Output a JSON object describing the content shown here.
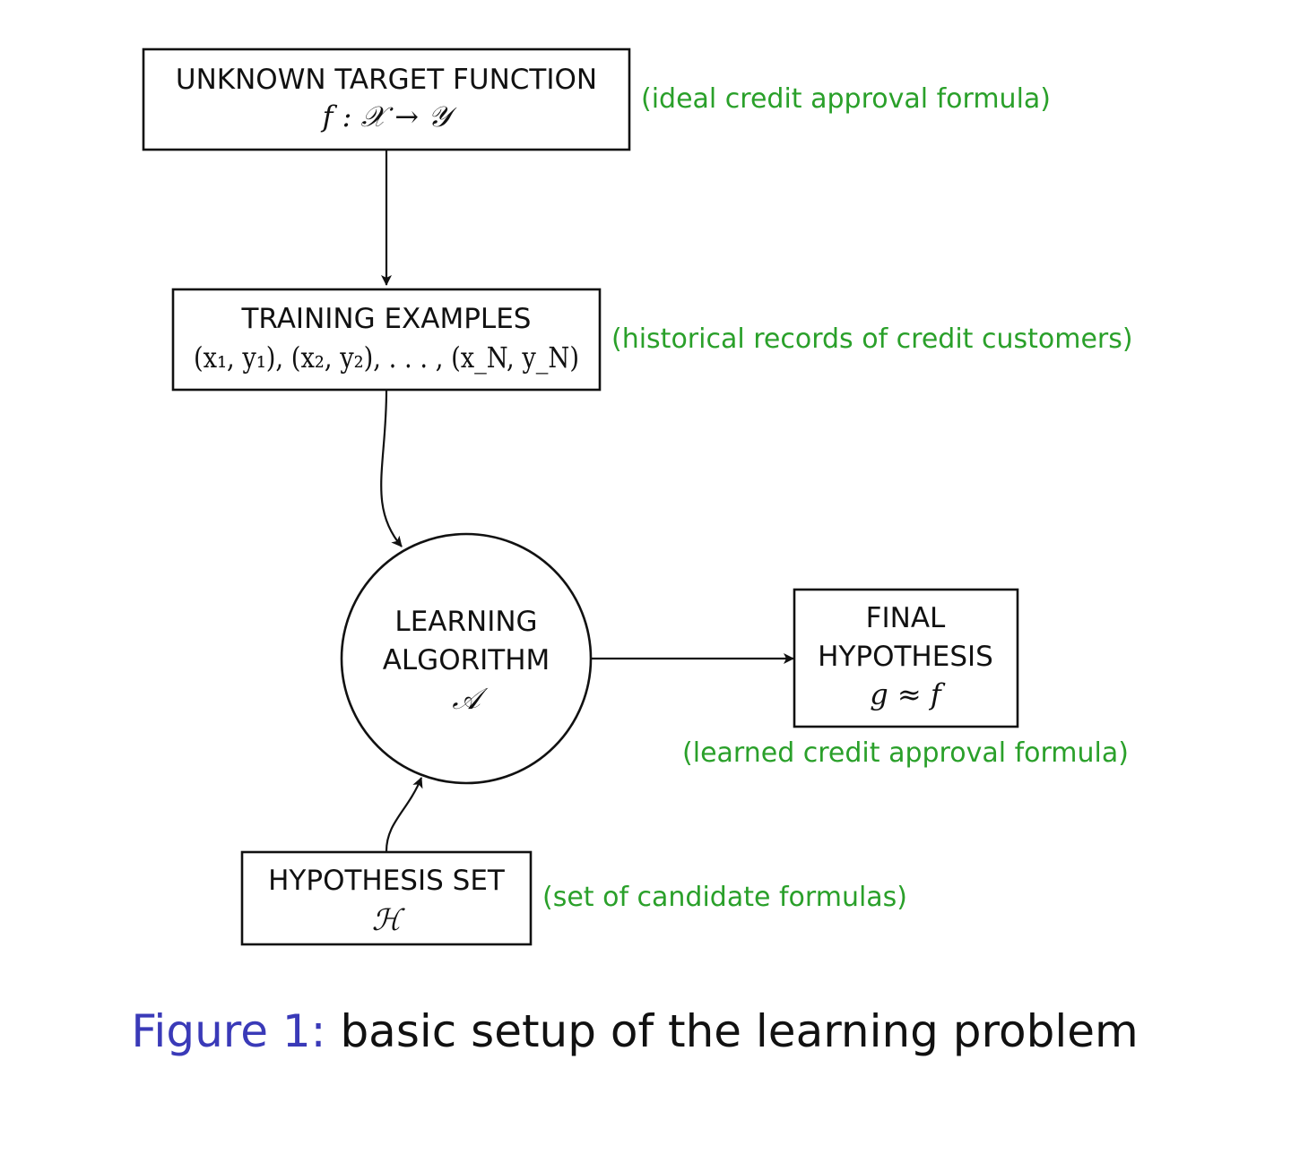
{
  "nodes": {
    "target": {
      "title": "UNKNOWN TARGET FUNCTION",
      "formula": "f : 𝒳 → 𝒴",
      "note": "(ideal credit approval formula)"
    },
    "training": {
      "title": "TRAINING EXAMPLES",
      "formula": "(x₁, y₁), (x₂, y₂), . . . , (x_N, y_N)",
      "note": "(historical records of credit customers)"
    },
    "algorithm": {
      "title_line1": "LEARNING",
      "title_line2": "ALGORITHM",
      "formula": "𝒜"
    },
    "final": {
      "title_line1": "FINAL",
      "title_line2": "HYPOTHESIS",
      "formula": "g ≈ f",
      "note": "(learned credit approval formula)"
    },
    "hypothesis_set": {
      "title": "HYPOTHESIS SET",
      "formula": "ℋ",
      "note": "(set of candidate formulas)"
    }
  },
  "edges": [
    {
      "from": "target",
      "to": "training"
    },
    {
      "from": "training",
      "to": "algorithm"
    },
    {
      "from": "algorithm",
      "to": "final"
    },
    {
      "from": "hypothesis_set",
      "to": "algorithm"
    }
  ],
  "caption": {
    "prefix": "Figure 1:",
    "text": "basic setup of the learning problem"
  },
  "colors": {
    "note": "#2aa02a",
    "caption_prefix": "#3a3ab8",
    "stroke": "#111111"
  }
}
